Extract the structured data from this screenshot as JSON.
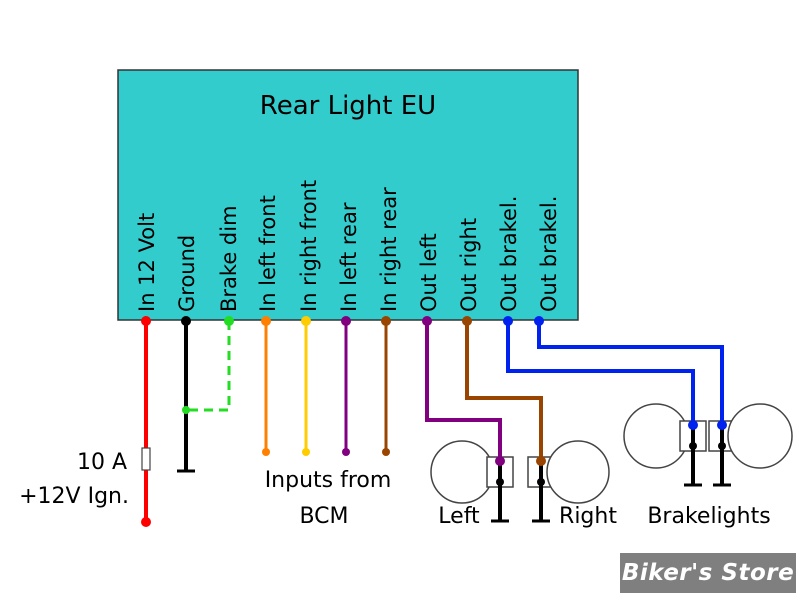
{
  "unit": {
    "title": "Rear Light EU",
    "box_color": "#33cccc",
    "pins": [
      {
        "label": "In 12 Volt",
        "color": "#ff0000"
      },
      {
        "label": "Ground",
        "color": "#000000"
      },
      {
        "label": "Brake dim",
        "color": "#22dd22"
      },
      {
        "label": "In left front",
        "color": "#ff8000"
      },
      {
        "label": "In right front",
        "color": "#ffcc00"
      },
      {
        "label": "In left rear",
        "color": "#800080"
      },
      {
        "label": "In right rear",
        "color": "#994400"
      },
      {
        "label": "Out left",
        "color": "#800080"
      },
      {
        "label": "Out right",
        "color": "#994400"
      },
      {
        "label": "Out brakel.",
        "color": "#0022ee"
      },
      {
        "label": "Out brakel.",
        "color": "#0022ee"
      }
    ]
  },
  "labels": {
    "fuse": "10 A",
    "supply": "+12V Ign.",
    "inputs_line1": "Inputs from",
    "inputs_line2": "BCM",
    "left": "Left",
    "right": "Right",
    "brakelights": "Brakelights"
  },
  "logo": {
    "text": "Biker's Store"
  }
}
